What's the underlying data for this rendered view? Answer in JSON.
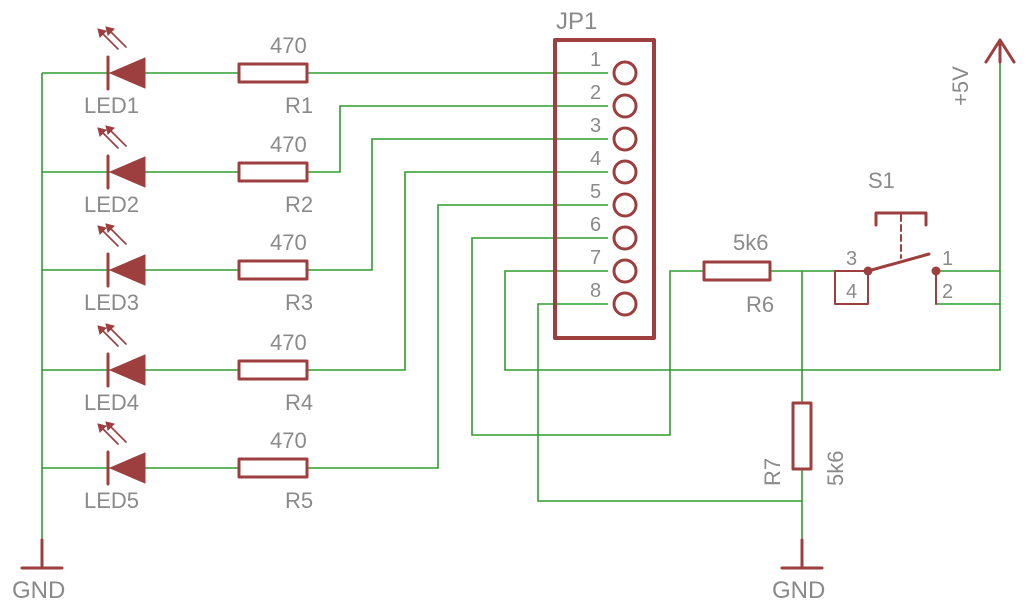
{
  "header": {
    "title": "JP1"
  },
  "header_pins": [
    "1",
    "2",
    "3",
    "4",
    "5",
    "6",
    "7",
    "8"
  ],
  "leds": [
    {
      "led": "LED1",
      "res": "R1",
      "value": "470"
    },
    {
      "led": "LED2",
      "res": "R2",
      "value": "470"
    },
    {
      "led": "LED3",
      "res": "R3",
      "value": "470"
    },
    {
      "led": "LED4",
      "res": "R4",
      "value": "470"
    },
    {
      "led": "LED5",
      "res": "R5",
      "value": "470"
    }
  ],
  "r6": {
    "name": "R6",
    "value": "5k6"
  },
  "r7": {
    "name": "R7",
    "value": "5k6"
  },
  "switch": {
    "name": "S1",
    "pins": [
      "3",
      "4",
      "1",
      "2"
    ]
  },
  "supply": {
    "label": "+5V"
  },
  "grounds": {
    "left": "GND",
    "right": "GND"
  },
  "colors": {
    "wire": "#2e9e2e",
    "symbol": "#9e3f3f",
    "text": "#8a8a8a"
  }
}
